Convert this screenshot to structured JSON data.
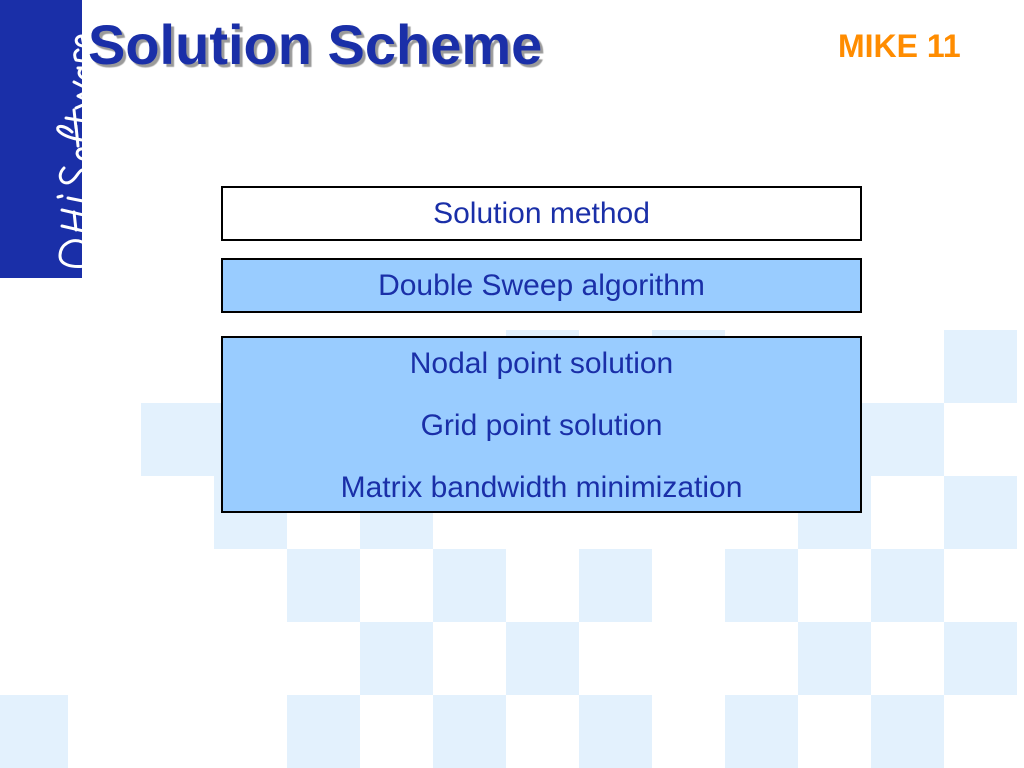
{
  "slide": {
    "title": "Solution Scheme",
    "product_tag": "MIKE 11"
  },
  "logo": {
    "icon": "dhi-software-signature-logo",
    "text": "DHI Software"
  },
  "boxes": {
    "method_label": "Solution method",
    "algorithm_label": "Double Sweep algorithm",
    "solutions": [
      "Nodal point solution",
      "Grid point solution",
      "Matrix bandwidth minimization"
    ]
  },
  "colors": {
    "title": "#1a2fa8",
    "product_tag": "#ff8c00",
    "box_fill": "#99ccff",
    "pattern": "#e3f1fd"
  }
}
